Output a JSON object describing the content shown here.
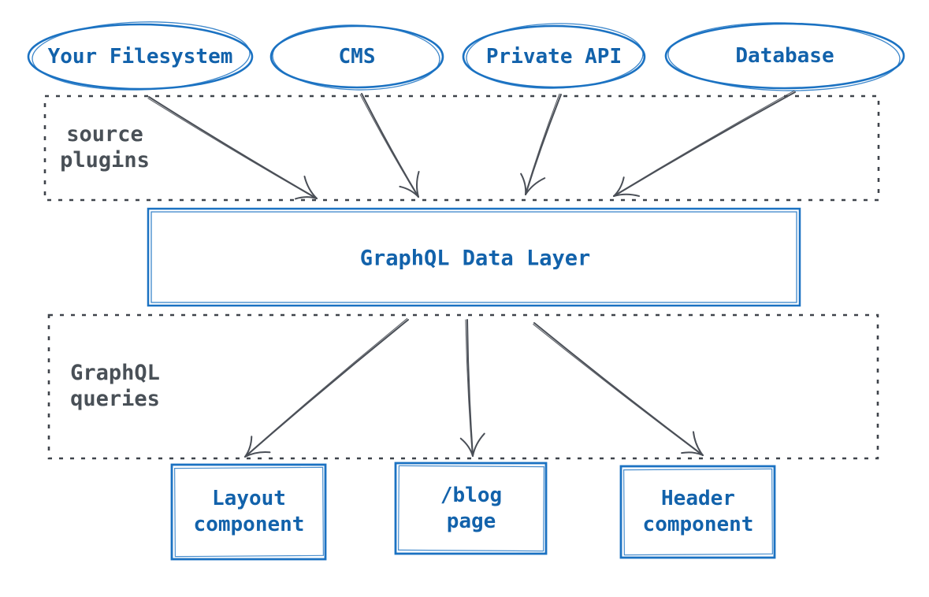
{
  "sources": [
    {
      "id": "your-filesystem",
      "label": "Your Filesystem"
    },
    {
      "id": "cms",
      "label": "CMS"
    },
    {
      "id": "private-api",
      "label": "Private API"
    },
    {
      "id": "database",
      "label": "Database"
    }
  ],
  "stages": {
    "source_plugins": "source plugins",
    "graphql_queries": "GraphQL queries"
  },
  "data_layer": {
    "label": "GraphQL Data Layer"
  },
  "outputs": [
    {
      "id": "layout-component",
      "label": "Layout component"
    },
    {
      "id": "blog-page",
      "label": "/blog page"
    },
    {
      "id": "header-component",
      "label": "Header component"
    }
  ],
  "colors": {
    "node_blue_stroke": "#1b72c2",
    "node_blue_text": "#1262ab",
    "stage_gray": "#3f444b",
    "arrow_gray": "#4a4f57",
    "background": "#ffffff"
  }
}
